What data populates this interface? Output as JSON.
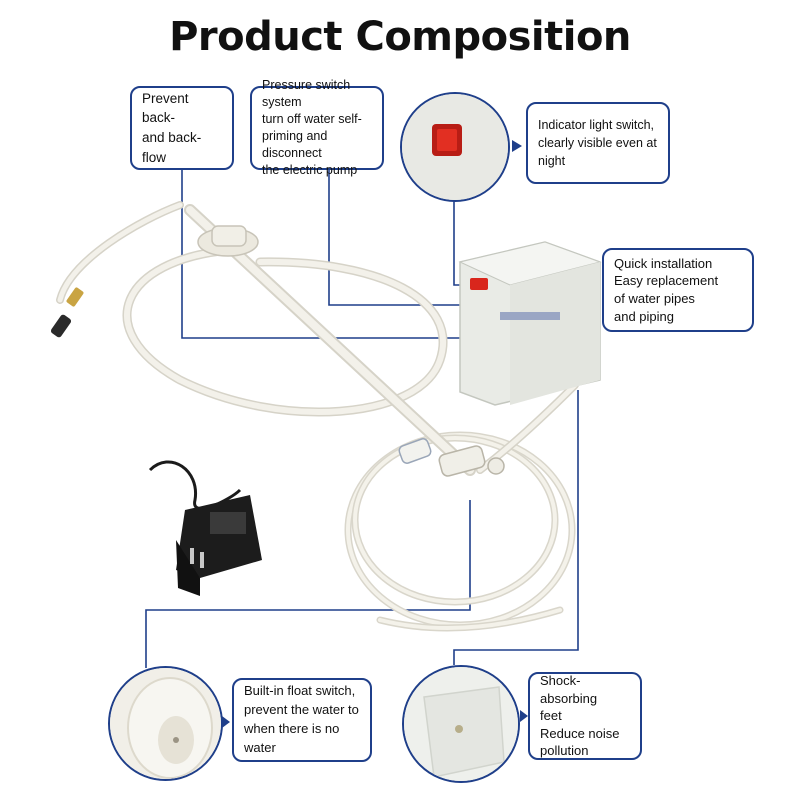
{
  "title": "Product Composition",
  "callouts": {
    "backflow": "Prevent back-\nand back-flow",
    "pressure": "Pressure switch system\nturn off water self-\npriming and disconnect\nthe electric pump",
    "indicator": "Indicator light switch,\nclearly visible even at night",
    "installation": "Quick installation\nEasy replacement\nof water pipes\nand piping",
    "float": "Built-in float switch,\nprevent the water to\nwhen there is no water",
    "feet": "Shock-absorbing\n feet\nReduce noise\npollution"
  },
  "icons": {
    "pump": "water-pump-unit",
    "adapter": "power-adapter",
    "tube": "water-tube-coil",
    "arrow": "pointer-arrow"
  },
  "colors": {
    "accent": "#1f3f8a",
    "pump_body": "#e9ebe6",
    "tube": "#ece9df",
    "indicator": "#d9261c"
  }
}
